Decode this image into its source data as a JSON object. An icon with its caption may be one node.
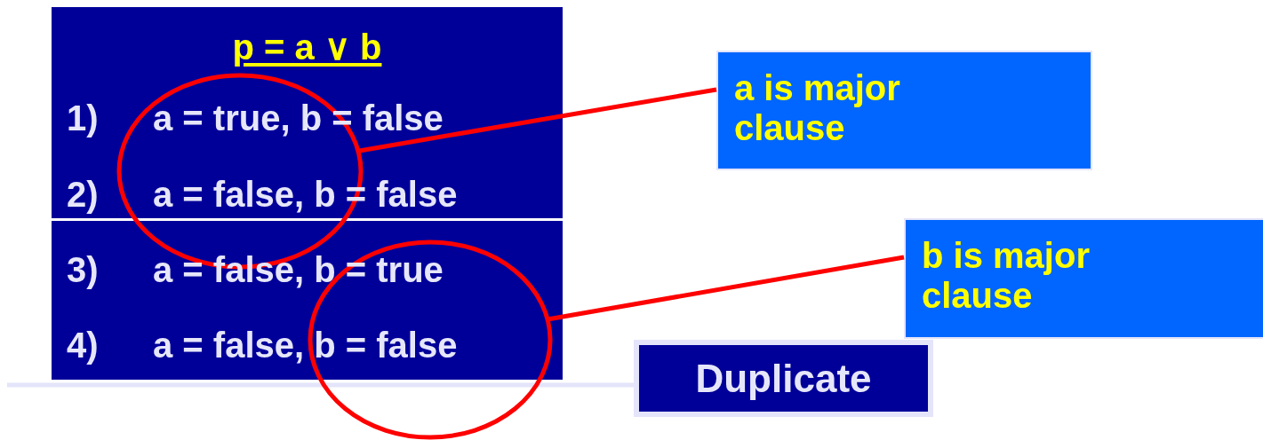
{
  "diagram": {
    "nodes": [
      {
        "text": [
          "p = a ∨ b"
        ]
      },
      {
        "text": [],
        "shape": "ellipse",
        "in": 0
      },
      {
        "text": [],
        "shape": "ellipse"
      },
      {
        "text": [
          "a is major clause"
        ]
      },
      {
        "text": [
          "b is major clause"
        ]
      },
      {
        "text": [
          "Duplicate"
        ]
      }
    ],
    "edges": [
      {
        "from": 1,
        "to": 3,
        "arrow": "none"
      },
      {
        "from": 2,
        "to": 4,
        "arrow": "none"
      },
      {
        "from": null,
        "to": 5,
        "arrow": "none",
        "color": "#e4e4fa"
      }
    ],
    "labels": [
      "1)",
      "a = true, b = false",
      "2)",
      "a = false, b = false",
      "3)",
      "a = false, b = true",
      "4)",
      "a = false, b = false"
    ]
  }
}
